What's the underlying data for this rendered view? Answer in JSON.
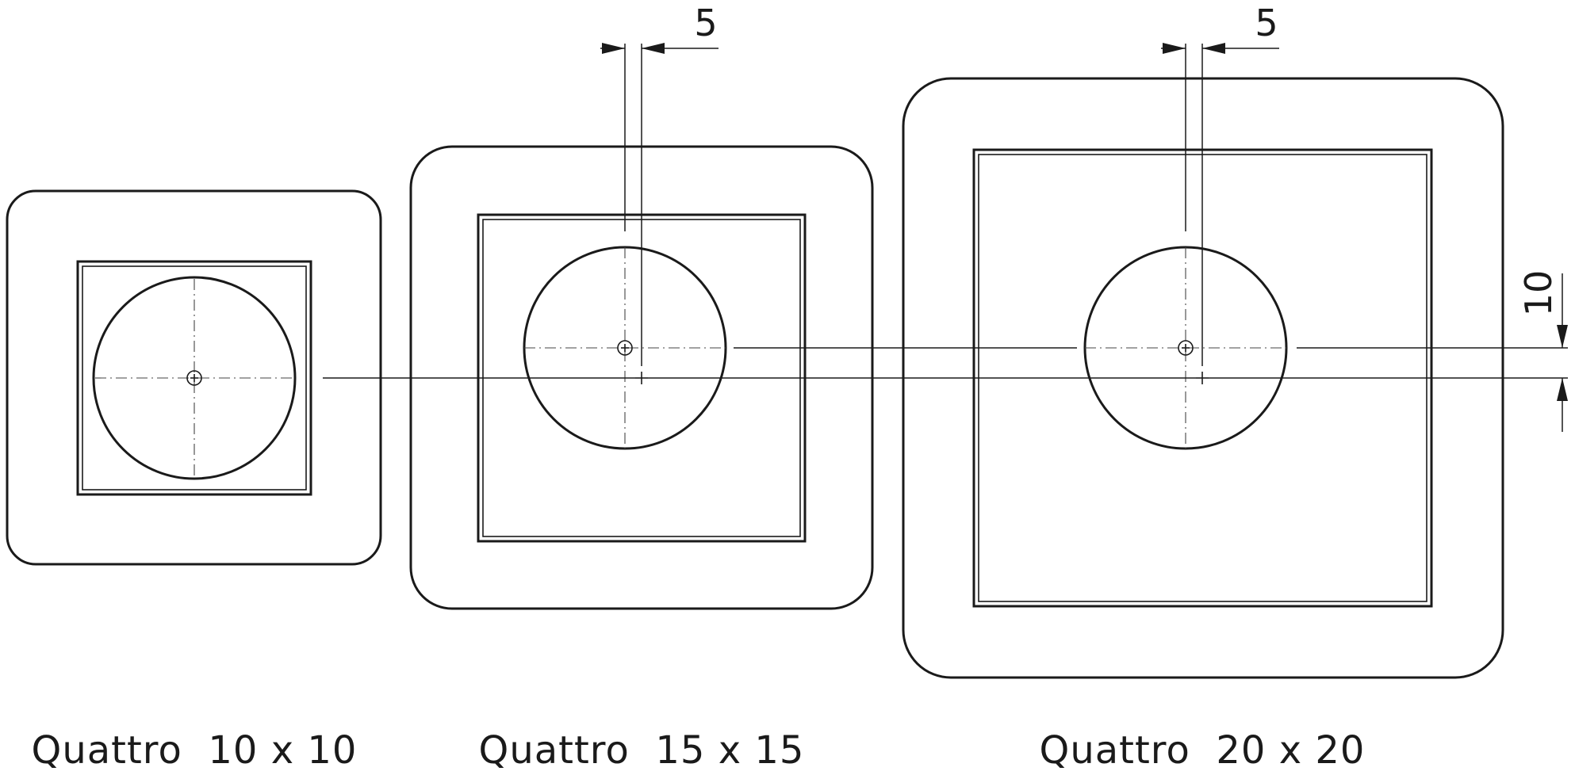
{
  "frames": [
    {
      "caption": "Quattro  10 x 10"
    },
    {
      "caption": "Quattro  15 x 15"
    },
    {
      "caption": "Quattro  20 x 20"
    }
  ],
  "dimensions": {
    "offset_15": "5",
    "offset_20": "5",
    "vertical_offset": "10"
  }
}
